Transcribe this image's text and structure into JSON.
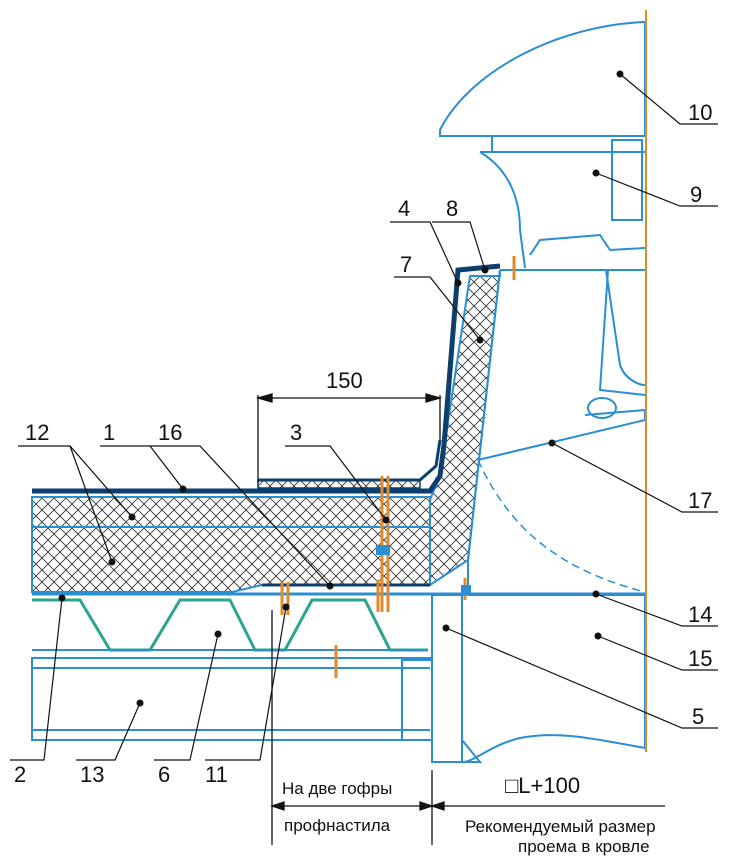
{
  "callouts": [
    "1",
    "2",
    "3",
    "4",
    "5",
    "6",
    "7",
    "8",
    "9",
    "10",
    "11",
    "12",
    "13",
    "14",
    "15",
    "16",
    "17"
  ],
  "dimensions": {
    "flange_width": "150",
    "profile_note_line1": "На две гофры",
    "profile_note_line2": "профнастила",
    "opening_size": "□L+100",
    "recommended_line1": "Рекомендуемый размер",
    "recommended_line2": "проема в кровле"
  },
  "colors": {
    "outline": "#2a8fd0",
    "membrane": "#0c3f6e",
    "profile_sheet": "#2aa58e",
    "fasteners": "#e08a2c",
    "axis": "#e08a2c",
    "leaders": "#111111"
  }
}
